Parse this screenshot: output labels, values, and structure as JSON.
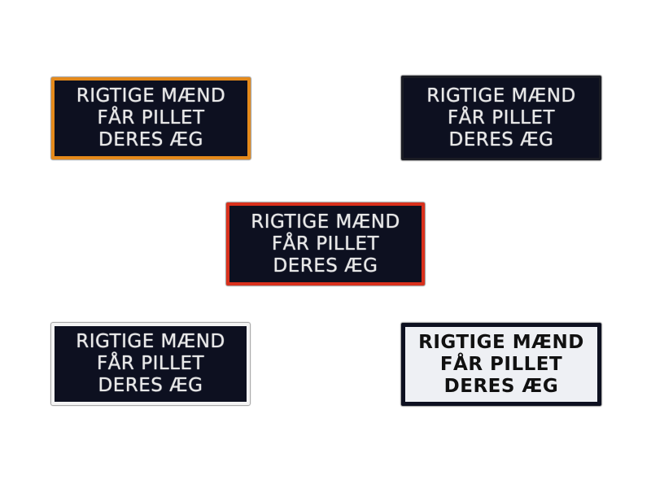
{
  "patches": [
    {
      "variant": "orange border",
      "border_color": "#e58a1b",
      "lines": [
        "RIGTIGE MÆND",
        "FÅR PILLET",
        "DERES ÆG"
      ]
    },
    {
      "variant": "black border",
      "border_color": "#1a1c24",
      "lines": [
        "RIGTIGE MÆND",
        "FÅR PILLET",
        "DERES ÆG"
      ]
    },
    {
      "variant": "red border",
      "border_color": "#d9301c",
      "lines": [
        "RIGTIGE MÆND",
        "FÅR PILLET",
        "DERES ÆG"
      ]
    },
    {
      "variant": "white border",
      "border_color": "#f4f4f4",
      "lines": [
        "RIGTIGE MÆND",
        "FÅR PILLET",
        "DERES ÆG"
      ]
    },
    {
      "variant": "white patch black text",
      "border_color": "#0d1020",
      "lines": [
        "RIGTIGE MÆND",
        "FÅR PILLET",
        "DERES ÆG"
      ]
    }
  ]
}
